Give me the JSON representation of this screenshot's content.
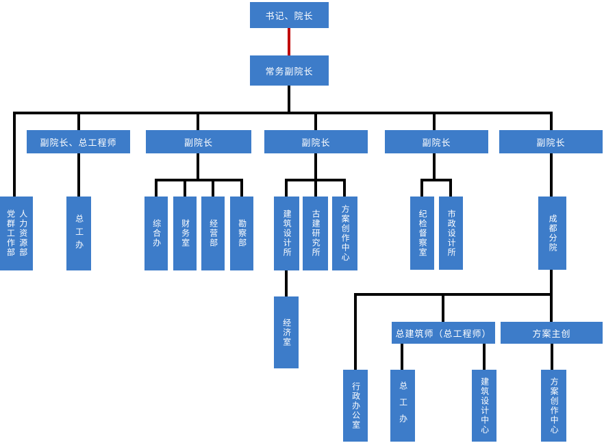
{
  "palette": {
    "node_fill": "#3d7cc9",
    "node_text": "#ffffff",
    "connector": "#000000",
    "top_connector_red": "#c00000"
  },
  "nodes": {
    "president": {
      "label": "书记、院长"
    },
    "exec_vp": {
      "label": "常务副院长"
    },
    "vp_chief_engineer": {
      "label": "副院长、总工程师"
    },
    "vp1": {
      "label": "副院长"
    },
    "vp2": {
      "label": "副院长"
    },
    "vp3": {
      "label": "副院长"
    },
    "vp4": {
      "label": "副院长"
    },
    "party_mass_dept": {
      "label": "党群工作部"
    },
    "hr_dept": {
      "label": "人力资源部"
    },
    "chief_engineer_office": {
      "label": "总工办"
    },
    "general_office": {
      "label": "综合办"
    },
    "finance_office": {
      "label": "财务室"
    },
    "operations_dept": {
      "label": "经营部"
    },
    "survey_dept": {
      "label": "勘察部"
    },
    "architectural_design_institute": {
      "label": "建筑设计所"
    },
    "ancient_architecture_institute": {
      "label": "古建研究所"
    },
    "scheme_creation_center": {
      "label": "方案创作中心"
    },
    "economy_office": {
      "label": "经济室"
    },
    "discipline_inspection_office": {
      "label": "纪检督察室"
    },
    "municipal_design_institute": {
      "label": "市政设计所"
    },
    "chengdu_branch": {
      "label": "成都分院"
    },
    "chief_architect": {
      "label": "总建筑师（总工程师）"
    },
    "scheme_lead": {
      "label": "方案主创"
    },
    "admin_office": {
      "label": "行政办公室"
    },
    "branch_chief_engineer_office": {
      "label": "总工办"
    },
    "architectural_design_center": {
      "label": "建筑设计中心"
    },
    "branch_scheme_creation_center": {
      "label": "方案创作中心"
    }
  }
}
